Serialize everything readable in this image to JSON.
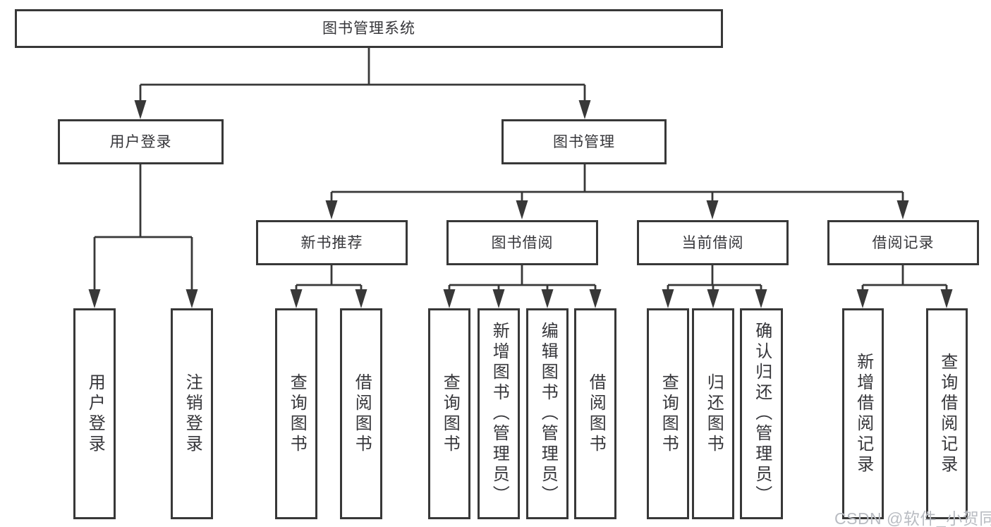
{
  "diagram": {
    "root": {
      "label": "图书管理系统"
    },
    "branches": [
      {
        "label": "用户登录",
        "children": [
          {
            "label": "用户登录"
          },
          {
            "label": "注销登录"
          }
        ]
      },
      {
        "label": "图书管理",
        "sections": [
          {
            "label": "新书推荐",
            "children": [
              {
                "label": "查询图书"
              },
              {
                "label": "借阅图书"
              }
            ]
          },
          {
            "label": "图书借阅",
            "children": [
              {
                "label": "查询图书"
              },
              {
                "label": "新增图书（管理员）"
              },
              {
                "label": "编辑图书（管理员）"
              },
              {
                "label": "借阅图书"
              }
            ]
          },
          {
            "label": "当前借阅",
            "children": [
              {
                "label": "查询图书"
              },
              {
                "label": "归还图书"
              },
              {
                "label": "确认归还（管理员）"
              }
            ]
          },
          {
            "label": "借阅记录",
            "children": [
              {
                "label": "新增借阅记录"
              },
              {
                "label": "查询借阅记录"
              }
            ]
          }
        ]
      }
    ],
    "colors": {
      "line": "#383838",
      "text": "#36363a",
      "box_fill": "#ffffff",
      "watermark": "#b9bcc2"
    },
    "watermark": "CSDN @软件_小贺同学"
  }
}
